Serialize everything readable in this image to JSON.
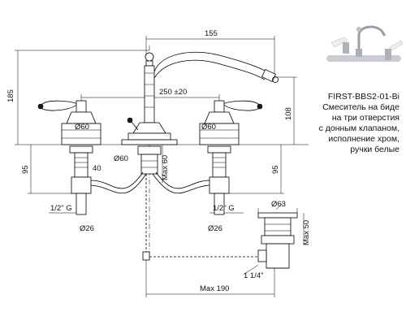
{
  "product": {
    "code": "FIRST-BBS2-01-Bi",
    "description_lines": [
      "Смеситель на биде",
      "на три отверстия",
      "с донным клапаном,",
      "исполнение хром,",
      "ручки белые"
    ]
  },
  "dimensions": {
    "spout_reach": "155",
    "total_height": "185",
    "handle_spacing": "250 ±20",
    "body_height": "108",
    "handle_base_left": "Ø60",
    "handle_base_right": "Ø60",
    "spout_base": "Ø60",
    "shank_length_left": "95",
    "shank_length_right": "95",
    "nut_left": "40",
    "max_60": "Max 60",
    "thread_left": "1/2\" G",
    "thread_right": "1/2\" G",
    "pipe_left": "Ø26",
    "pipe_right": "Ø26",
    "waste_diameter": "Ø63",
    "waste_max": "Max 50",
    "waste_thread": "1 1/4\"",
    "rod_max": "Max 190"
  },
  "colors": {
    "line": "#000000",
    "background": "#ffffff"
  }
}
